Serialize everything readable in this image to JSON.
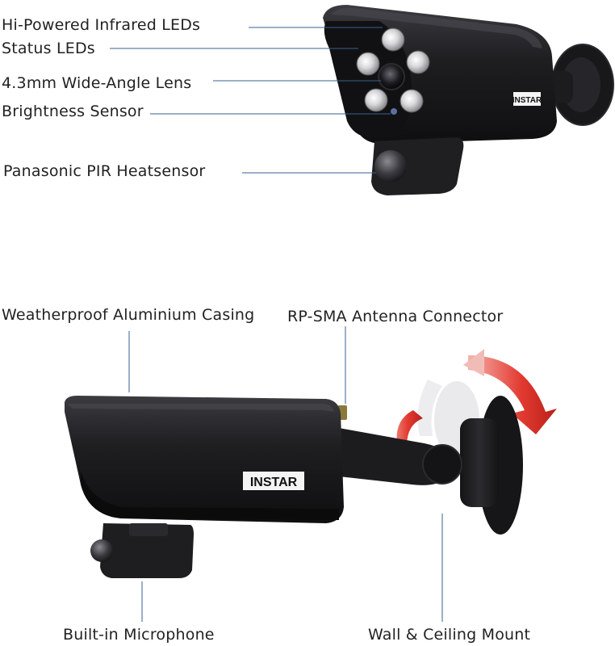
{
  "brand": "INSTAR",
  "colors": {
    "camera_body": "#1a1a1c",
    "camera_highlight": "#3a3a3e",
    "led_ring": "#cfcfd4",
    "leader_line": "#3a5f8f",
    "rotation_arrow": "#e0342c"
  },
  "top_labels": {
    "infrared_leds": "Hi-Powered Infrared LEDs",
    "status_leds": "Status LEDs",
    "lens": "4.3mm Wide-Angle Lens",
    "brightness_sensor": "Brightness Sensor",
    "pir_sensor": "Panasonic PIR Heatsensor"
  },
  "bottom_labels": {
    "casing": "Weatherproof Aluminium Casing",
    "antenna": "RP-SMA Antenna Connector",
    "microphone": "Built-in Microphone",
    "mount": "Wall & Ceiling Mount"
  }
}
